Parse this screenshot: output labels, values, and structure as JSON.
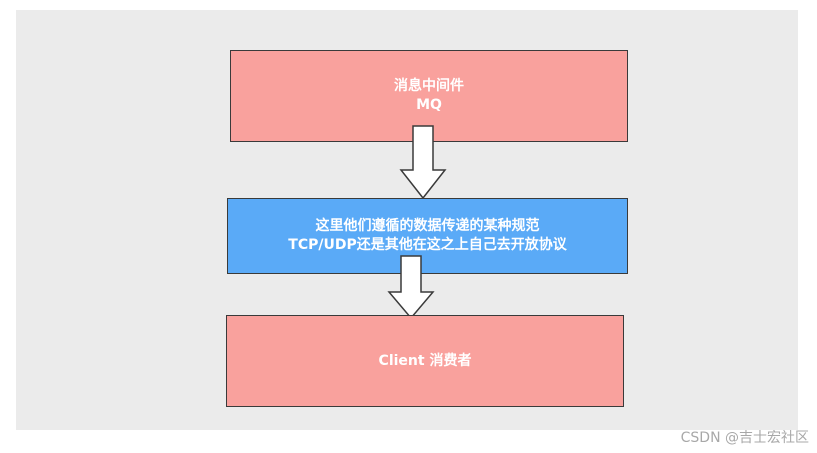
{
  "diagram": {
    "boxes": {
      "mq": {
        "line1": "消息中间件",
        "line2": "MQ",
        "color": "#f9a19d"
      },
      "protocol": {
        "line1": "这里他们遵循的数据传递的某种规范",
        "line2": "TCP/UDP还是其他在这之上自己去开放协议",
        "color": "#5aaaf7"
      },
      "client": {
        "line1": "Client 消费者",
        "color": "#f9a19d"
      }
    },
    "arrows": [
      {
        "from": "mq",
        "to": "protocol",
        "icon": "down-arrow-icon"
      },
      {
        "from": "protocol",
        "to": "client",
        "icon": "down-arrow-icon"
      }
    ],
    "background_color": "#ebebeb"
  },
  "watermark": {
    "text": "CSDN @吉士宏社区"
  }
}
